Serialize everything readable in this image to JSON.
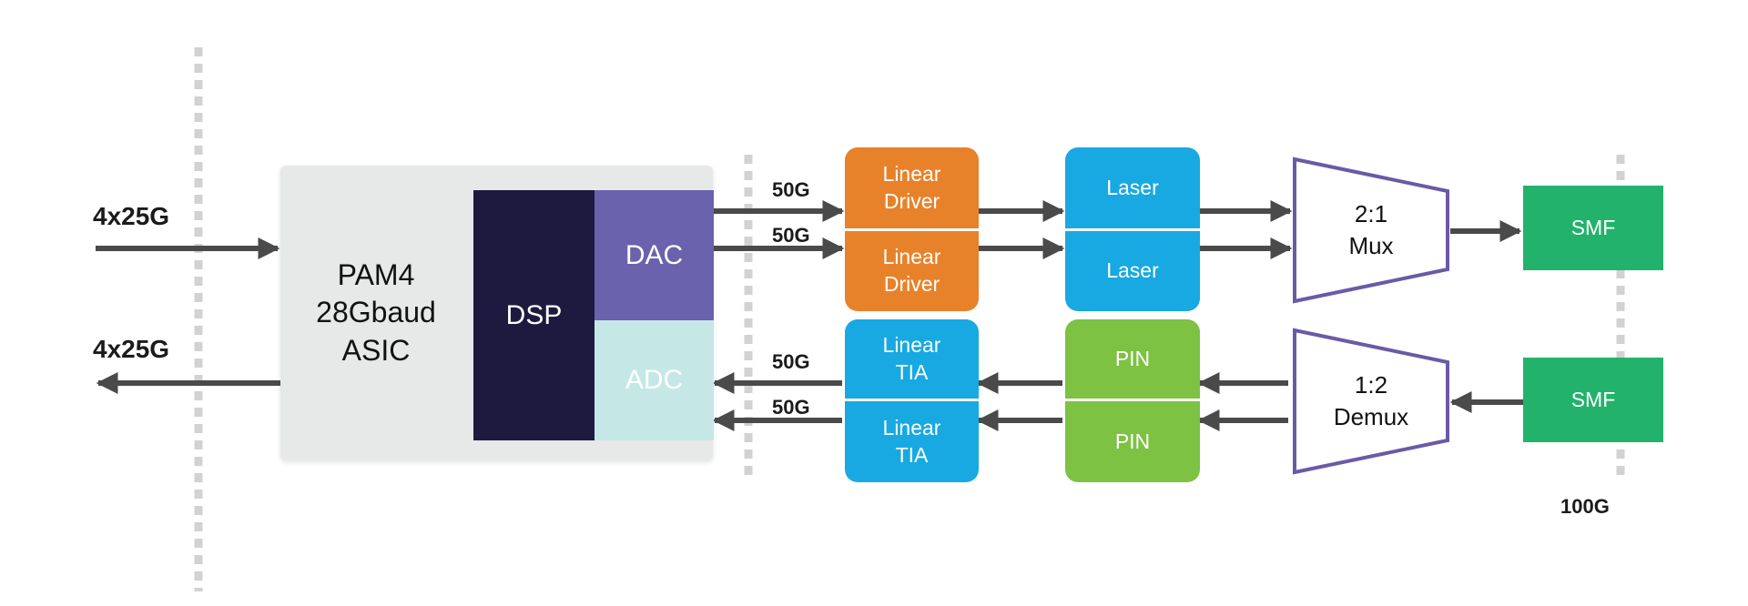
{
  "colors": {
    "arrow": "#4a4a4a",
    "asic_bg": "#e7e8e8",
    "dsp": "#1e1a3f",
    "dac": "#6a62ad",
    "adc": "#c5e8e6",
    "driver": "#e8822a",
    "blue": "#18a9e2",
    "pin": "#7dc243",
    "mux_stroke": "#6a5aa6",
    "smf": "#23b26b",
    "dotted": "#d2d2d2"
  },
  "labels": {
    "tx_in": "4x25G",
    "rx_out": "4x25G",
    "rate_100g": "100G",
    "rate_50g_1": "50G",
    "rate_50g_2": "50G",
    "rate_50g_3": "50G",
    "rate_50g_4": "50G"
  },
  "asic": {
    "text": "PAM4\n28Gbaud\nASIC"
  },
  "dsp": {
    "text": "DSP"
  },
  "dac": {
    "text": "DAC"
  },
  "adc": {
    "text": "ADC"
  },
  "tx_chain": {
    "driver_top": "Linear\nDriver",
    "driver_bottom": "Linear\nDriver",
    "laser_top": "Laser",
    "laser_bottom": "Laser",
    "mux": "2:1\nMux",
    "smf": "SMF"
  },
  "rx_chain": {
    "tia_top": "Linear\nTIA",
    "tia_bottom": "Linear\nTIA",
    "pin_top": "PIN",
    "pin_bottom": "PIN",
    "demux": "1:2\nDemux",
    "smf": "SMF"
  }
}
